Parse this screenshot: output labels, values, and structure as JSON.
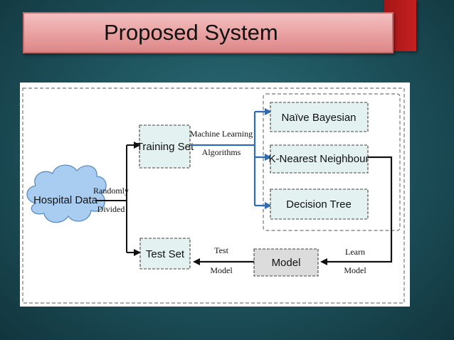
{
  "slide": {
    "title": "Proposed System"
  },
  "diagram": {
    "source": "Hospital Data",
    "split_label_1": "Randomly",
    "split_label_2": "Divided",
    "training_set": "Training Set",
    "test_set": "Test Set",
    "ml_label_1": "Machine Learning",
    "ml_label_2": "Algorithms",
    "algorithms": [
      "Naïve Bayesian",
      "K-Nearest Neighbour",
      "Decision Tree"
    ],
    "learn_label_1": "Learn",
    "learn_label_2": "Model",
    "model": "Model",
    "test_label_1": "Test",
    "test_label_2": "Model"
  },
  "colors": {
    "accent_red": "#b81a1a",
    "title_bar": "#e9a0a0",
    "box_fill": "#e4f1f1",
    "cloud_fill": "#a9cdf0",
    "arrow_blue": "#2f6db0"
  }
}
